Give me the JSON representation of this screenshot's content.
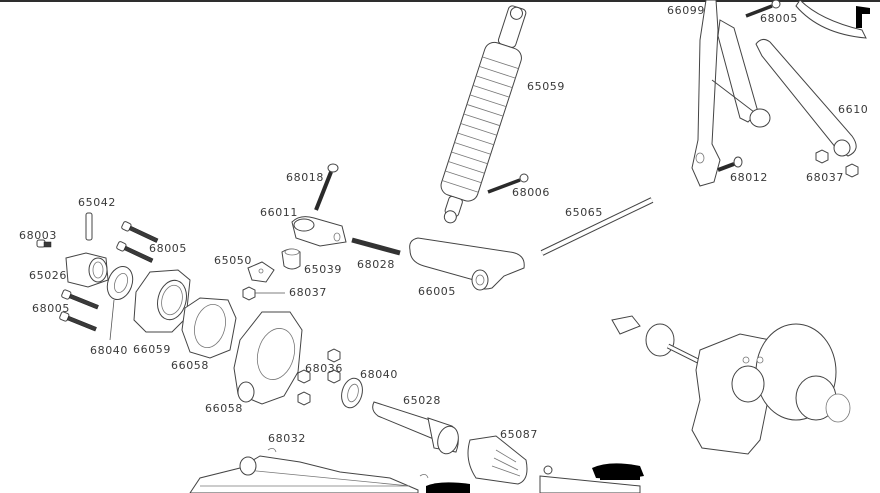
{
  "diagram": {
    "type": "exploded-parts-diagram",
    "subject": "RC car rear suspension and drivetrain parts",
    "labels": [
      {
        "id": "lbl-65042",
        "text": "65042"
      },
      {
        "id": "lbl-68003",
        "text": "68003"
      },
      {
        "id": "lbl-68005-a",
        "text": "68005"
      },
      {
        "id": "lbl-65026",
        "text": "65026"
      },
      {
        "id": "lbl-68005-b",
        "text": "68005"
      },
      {
        "id": "lbl-68040-a",
        "text": "68040"
      },
      {
        "id": "lbl-66059",
        "text": "66059"
      },
      {
        "id": "lbl-66058-a",
        "text": "66058"
      },
      {
        "id": "lbl-66058-b",
        "text": "66058"
      },
      {
        "id": "lbl-68018",
        "text": "68018"
      },
      {
        "id": "lbl-66011",
        "text": "66011"
      },
      {
        "id": "lbl-65050",
        "text": "65050"
      },
      {
        "id": "lbl-65039",
        "text": "65039"
      },
      {
        "id": "lbl-68037-a",
        "text": "68037"
      },
      {
        "id": "lbl-68028",
        "text": "68028"
      },
      {
        "id": "lbl-66005",
        "text": "66005"
      },
      {
        "id": "lbl-65059",
        "text": "65059"
      },
      {
        "id": "lbl-68006",
        "text": "68006"
      },
      {
        "id": "lbl-65065",
        "text": "65065"
      },
      {
        "id": "lbl-68036",
        "text": "68036"
      },
      {
        "id": "lbl-68040-b",
        "text": "68040"
      },
      {
        "id": "lbl-65028",
        "text": "65028"
      },
      {
        "id": "lbl-68032",
        "text": "68032"
      },
      {
        "id": "lbl-65087",
        "text": "65087"
      },
      {
        "id": "lbl-66099",
        "text": "66099"
      },
      {
        "id": "lbl-68005-c",
        "text": "68005"
      },
      {
        "id": "lbl-6610",
        "text": "6610"
      },
      {
        "id": "lbl-68012",
        "text": "68012"
      },
      {
        "id": "lbl-68037-b",
        "text": "68037"
      }
    ],
    "parts": [
      "pin",
      "small-screw",
      "screw",
      "hex-hub",
      "bearing",
      "bearing-carrier",
      "gasket-plate",
      "hub-carrier",
      "long-screw",
      "rod-end",
      "pivot-ball",
      "cover-block",
      "nut",
      "threaded-rod",
      "suspension-arm",
      "shock-absorber",
      "shaft-pin",
      "drive-cup",
      "rubber-boot",
      "rear-arm",
      "shock-tower",
      "tower-link",
      "gearbox-assembly"
    ],
    "redactions": 4
  }
}
